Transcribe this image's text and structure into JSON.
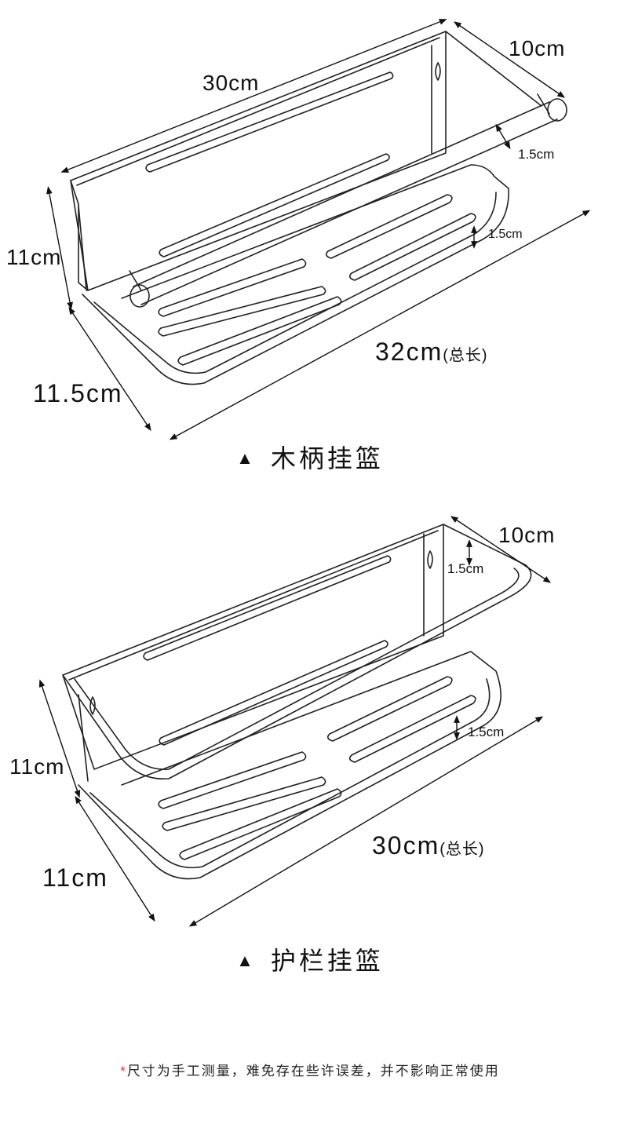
{
  "diagram1": {
    "caption": "木柄挂篮",
    "caption_marker": "▲",
    "dimensions": {
      "width_top": "30cm",
      "depth_top": "10cm",
      "rod_diameter": "1.5cm",
      "front_lip": "1.5cm",
      "height": "11cm",
      "depth_bottom": "11.5cm",
      "total_length": "32cm",
      "total_length_note": "(总长)"
    }
  },
  "diagram2": {
    "caption": "护栏挂篮",
    "caption_marker": "▲",
    "dimensions": {
      "depth_top": "10cm",
      "rail_height": "1.5cm",
      "front_lip": "1.5cm",
      "height": "11cm",
      "depth_bottom": "11cm",
      "total_length": "30cm",
      "total_length_note": "(总长)"
    }
  },
  "footnote": {
    "star": "*",
    "text": "尺寸为手工测量，难免存在些许误差，并不影响正常使用"
  },
  "colors": {
    "line": "#222222",
    "accent": "#e5302c"
  }
}
